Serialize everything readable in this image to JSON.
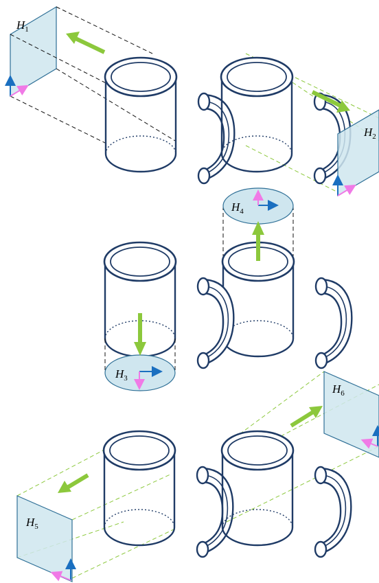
{
  "labels": {
    "h1": {
      "letter": "H",
      "sub": "1"
    },
    "h2": {
      "letter": "H",
      "sub": "2"
    },
    "h3": {
      "letter": "H",
      "sub": "3"
    },
    "h4": {
      "letter": "H",
      "sub": "4"
    },
    "h5": {
      "letter": "H",
      "sub": "5"
    },
    "h6": {
      "letter": "H",
      "sub": "6"
    }
  },
  "colors": {
    "view_arrow": "#8cc83c",
    "axis_up": "#1a6fc0",
    "axis_side": "#f07ae6",
    "plane_fill": "#cfe6ef",
    "mug_outline": "#1f3b66",
    "projection_dark": "#111111",
    "projection_green": "#8cc83c"
  }
}
